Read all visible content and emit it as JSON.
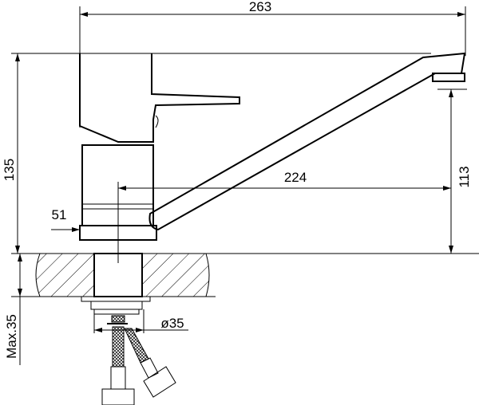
{
  "dimensions": {
    "overall_width": "263",
    "spout_reach": "224",
    "body_diameter": "51",
    "overall_height": "135",
    "spout_height": "113",
    "max_counter_thickness": "Max.35",
    "mounting_hole": "ø35"
  }
}
